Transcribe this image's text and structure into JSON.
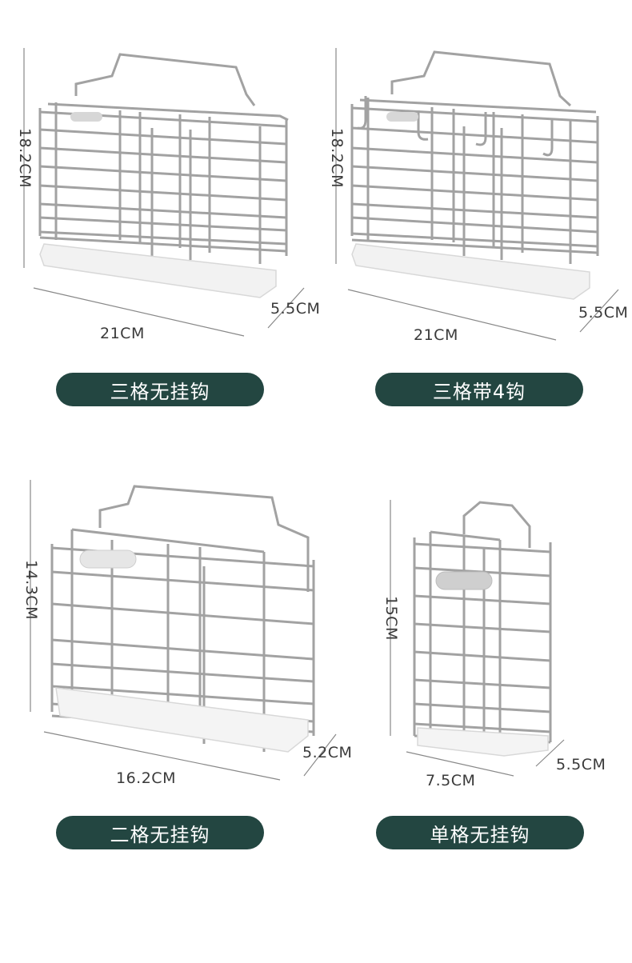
{
  "products": [
    {
      "name": "三格无挂钩",
      "height": "18.2CM",
      "width": "21CM",
      "depth": "5.5CM"
    },
    {
      "name": "三格带4钩",
      "height": "18.2CM",
      "width": "21CM",
      "depth": "5.5CM"
    },
    {
      "name": "二格无挂钩",
      "height": "14.3CM",
      "width": "16.2CM",
      "depth": "5.2CM"
    },
    {
      "name": "单格无挂钩",
      "height": "15CM",
      "width": "7.5CM",
      "depth": "5.5CM"
    }
  ],
  "colors": {
    "pill": "#234641",
    "wire": "#9a9a9a",
    "tray": "#f2f2f2"
  }
}
